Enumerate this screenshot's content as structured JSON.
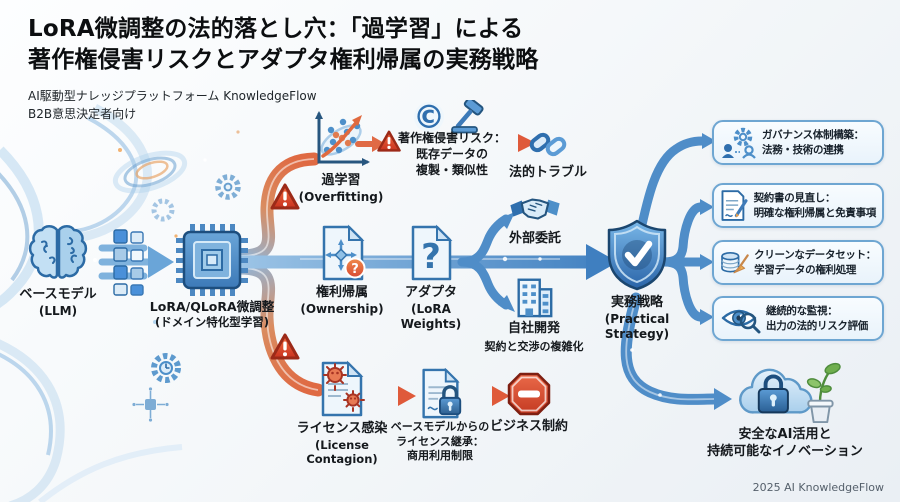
{
  "header": {
    "title_line1": "LoRA微調整の法的落とし穴：「過学習」による",
    "title_line2": "著作権侵害リスクとアダプタ権利帰属の実務戦略",
    "subtitle_line1": "AI駆動型ナレッジプラットフォーム KnowledgeFlow",
    "subtitle_line2": "B2B意思決定者向け"
  },
  "nodes": {
    "base_model": {
      "label": "ベースモデル",
      "sublabel": "(LLM)"
    },
    "finetune": {
      "label": "LoRA/QLoRA微調整",
      "sublabel": "(ドメイン特化型学習)"
    },
    "overfitting": {
      "label": "過学習",
      "sublabel": "(Overfitting)"
    },
    "copyright_risk": {
      "line1": "著作権侵害リスク：",
      "line2": "既存データの",
      "line3": "複製・類似性"
    },
    "legal_trouble": {
      "label": "法的トラブル"
    },
    "ownership": {
      "label": "権利帰属",
      "sublabel": "(Ownership)"
    },
    "adapter": {
      "label": "アダプタ",
      "sublabel": "(LoRA Weights)"
    },
    "outsourcing": {
      "label": "外部委託"
    },
    "inhouse": {
      "label": "自社開発",
      "note": "契約と交渉の複雑化"
    },
    "license_contagion": {
      "label": "ライセンス感染",
      "sublabel": "(License Contagion)"
    },
    "license_inheritance": {
      "line1": "ベースモデルからの",
      "line2": "ライセンス継承：",
      "line3": "商用利用制限"
    },
    "business_restriction": {
      "label": "ビジネス制約"
    },
    "strategy": {
      "label": "実務戦略",
      "sublabel": "(Practical Strategy)"
    },
    "goal": {
      "line1": "安全なAI活用と",
      "line2": "持続可能なイノベーション"
    }
  },
  "strategy_boxes": [
    {
      "line1": "ガバナンス体制構築：",
      "line2": "法務・技術の連携"
    },
    {
      "line1": "契約書の見直し：",
      "line2": "明確な権利帰属と免責事項"
    },
    {
      "line1": "クリーンなデータセット：",
      "line2": "学習データの権利処理"
    },
    {
      "line1": "継続的な監視：",
      "line2": "出力の法的リスク評価"
    }
  ],
  "glyphs": {
    "copyright": "©",
    "question": "?"
  },
  "footer": {
    "credit": "2025 AI KnowledgeFlow"
  },
  "palette": {
    "accent_blue": "#3d7ab8",
    "warning_red": "#e0452e",
    "flow_orange": "#e4704a",
    "shield_blue": "#2a64a8"
  }
}
